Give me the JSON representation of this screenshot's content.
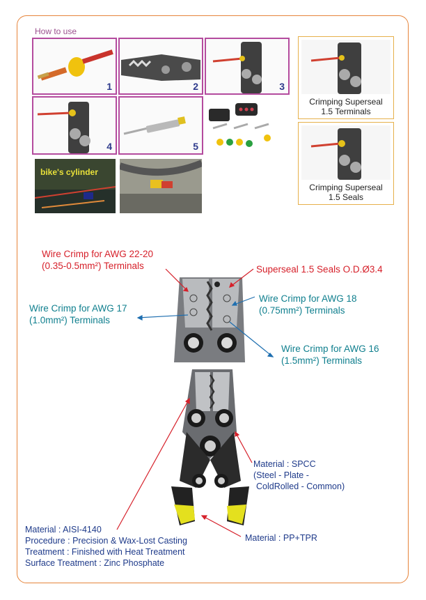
{
  "how_to_use": {
    "title": "How to use",
    "steps": [
      {
        "num": "1"
      },
      {
        "num": "2"
      },
      {
        "num": "3"
      },
      {
        "num": "4"
      },
      {
        "num": "5"
      }
    ],
    "photo_caption": "bike's cylinder"
  },
  "side_boxes": [
    {
      "caption_line1": "Crimping Superseal",
      "caption_line2": "1.5 Terminals"
    },
    {
      "caption_line1": "Crimping Superseal",
      "caption_line2": "1.5 Seals"
    }
  ],
  "callouts": {
    "awg_22_20": {
      "line1": "Wire Crimp for  AWG 22-20",
      "line2": "(0.35-0.5mm²) Terminals"
    },
    "seals": {
      "line1": "Superseal 1.5 Seals O.D.Ø3.4"
    },
    "awg_17": {
      "line1": "Wire Crimp for AWG 17",
      "line2": "(1.0mm²) Terminals"
    },
    "awg_18": {
      "line1": "Wire Crimp for AWG 18",
      "line2": "(0.75mm²) Terminals"
    },
    "awg_16": {
      "line1": "Wire Crimp for AWG 16",
      "line2": "(1.5mm²) Terminals"
    }
  },
  "materials": {
    "spcc": {
      "line1": "Material : SPCC",
      "line2": "(Steel - Plate -",
      "line3": "ColdRolled - Common)"
    },
    "handle": {
      "line1": "Material : PP+TPR"
    },
    "body": {
      "line1": "Material : AISI-4140",
      "line2": "Procedure : Precision & Wax-Lost Casting",
      "line3": "Treatment : Finished with Heat Treatment",
      "line4": "Surface Treatment : Zinc Phosphate"
    }
  },
  "colors": {
    "frame": "#e6843a",
    "step_border": "#b44b9e",
    "red_text": "#d6202a",
    "teal_text": "#0f7f8e"
  }
}
